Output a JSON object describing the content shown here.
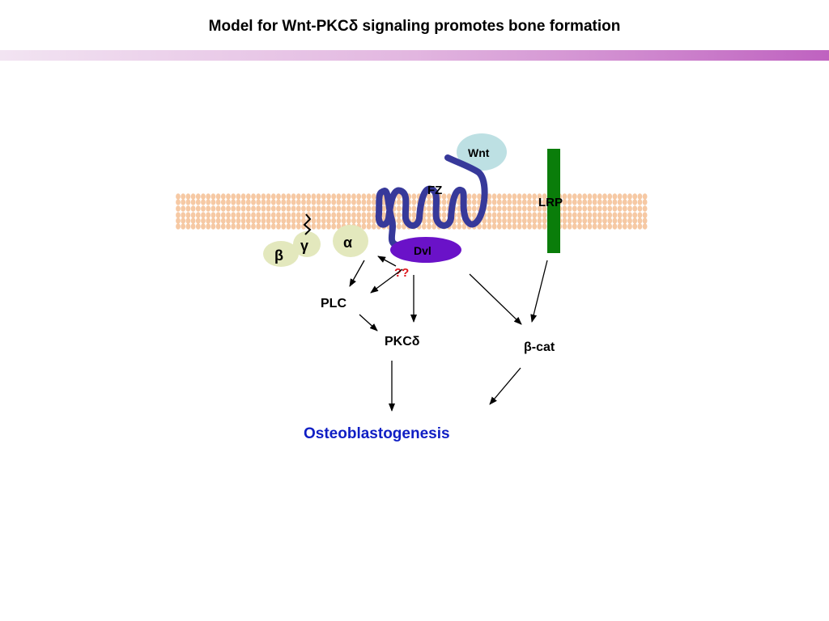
{
  "title": "Model for Wnt-PKCδ signaling promotes bone formation",
  "labels": {
    "wnt": "Wnt",
    "fz": "FZ",
    "lrp": "LRP",
    "dvl": "Dvl",
    "alpha": "α",
    "beta": "β",
    "gamma": "γ",
    "unknown": "??",
    "plc": "PLC",
    "pkc": "PKCδ",
    "bcat": "β-cat",
    "outcome": "Osteoblastogenesis"
  },
  "colors": {
    "title_bar_start": "#f2e4f2",
    "title_bar_end": "#bf62c0",
    "membrane_lipid": "#f6c9a4",
    "wnt_fill": "#bde0e3",
    "fz_stroke": "#37399a",
    "lrp_fill": "#0a7d0a",
    "dvl_fill": "#6a12c8",
    "g_protein_fill": "#e3e8bd",
    "unknown_text": "#e0141c",
    "outcome_text": "#0f1ec4"
  }
}
